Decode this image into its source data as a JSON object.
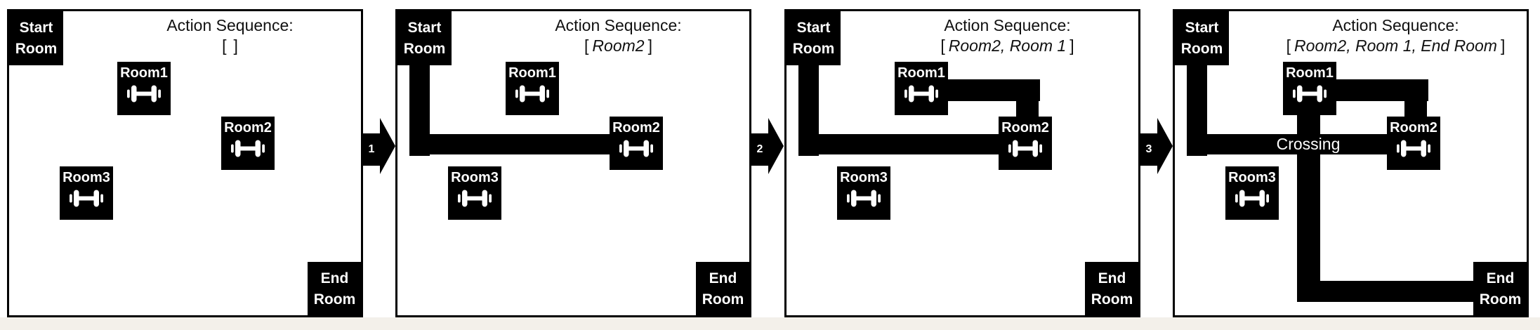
{
  "figure": {
    "rooms": {
      "start": "Start Room",
      "room1": "Room1",
      "room2": "Room2",
      "room3": "Room3",
      "end": "End Room"
    },
    "panels": [
      {
        "title": "Action Sequence:",
        "sequence_open": "[",
        "sequence_body": "",
        "sequence_close": "]"
      },
      {
        "title": "Action Sequence:",
        "sequence_open": "[",
        "sequence_body": "Room2",
        "sequence_close": "]"
      },
      {
        "title": "Action Sequence:",
        "sequence_open": "[",
        "sequence_body": "Room2, Room 1",
        "sequence_close": "]"
      },
      {
        "title": "Action Sequence:",
        "sequence_open": "[",
        "sequence_body": "Room2, Room 1, End Room",
        "sequence_close": "]"
      }
    ],
    "arrows": [
      {
        "label": "1"
      },
      {
        "label": "2"
      },
      {
        "label": "3"
      }
    ],
    "crossing_label": "Crossing",
    "colors": {
      "path": "#000000",
      "box": "#000000",
      "background": "#ffffff",
      "text": "#111111",
      "footer_strip": "#f3f0ea"
    }
  }
}
